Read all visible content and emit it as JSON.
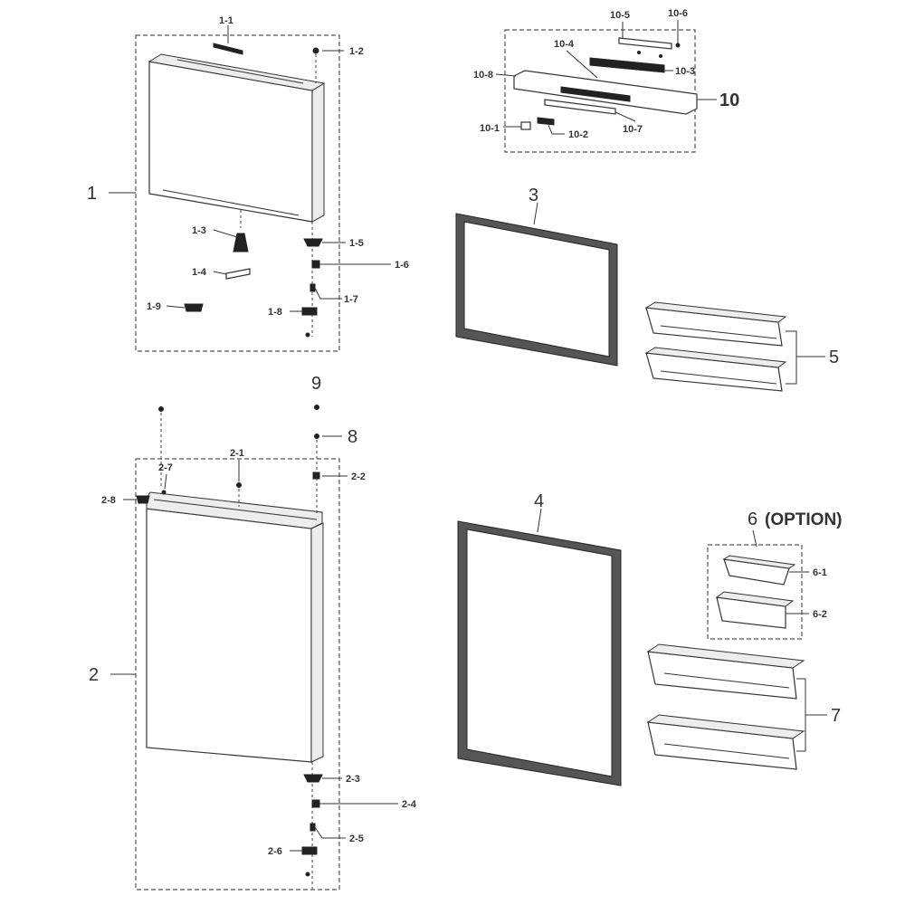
{
  "labels": {
    "main_1": "1",
    "main_2": "2",
    "main_3": "3",
    "main_4": "4",
    "main_5": "5",
    "main_6": "6",
    "main_6_option": "(OPTION)",
    "main_7": "7",
    "main_8": "8",
    "main_9": "9",
    "main_10": "10",
    "p1_1": "1-1",
    "p1_2": "1-2",
    "p1_3": "1-3",
    "p1_4": "1-4",
    "p1_5": "1-5",
    "p1_6": "1-6",
    "p1_7": "1-7",
    "p1_8": "1-8",
    "p1_9": "1-9",
    "p2_1": "2-1",
    "p2_2": "2-2",
    "p2_3": "2-3",
    "p2_4": "2-4",
    "p2_5": "2-5",
    "p2_6": "2-6",
    "p2_7": "2-7",
    "p2_8": "2-8",
    "p6_1": "6-1",
    "p6_2": "6-2",
    "p10_1": "10-1",
    "p10_2": "10-2",
    "p10_3": "10-3",
    "p10_4": "10-4",
    "p10_5": "10-5",
    "p10_6": "10-6",
    "p10_7": "10-7",
    "p10_8": "10-8"
  }
}
